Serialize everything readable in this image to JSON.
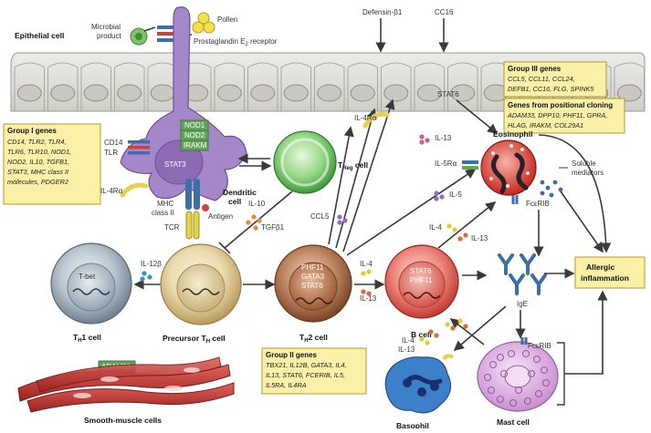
{
  "labels": {
    "epithelial_cell": "Epithelial cell",
    "microbial_product_1": "Microbial",
    "microbial_product_2": "product",
    "pollen": "Pollen",
    "prostaglandin_receptor": "Prostaglandin E",
    "prostaglandin_sub": "2",
    "prostaglandin_tail": " receptor",
    "defensin": "Defensin-β1",
    "cc16": "CC16",
    "stat6_epi": "STAT6",
    "nod1": "NOD1",
    "nod2": "NOD2",
    "irakm": "IRAKM",
    "cd14": "CD14",
    "tlr": "TLR",
    "stat3": "STAT3",
    "il4ra_dc": "IL-4Rα",
    "dendritic_1": "Dendritic",
    "dendritic_2": "cell",
    "mhc_1": "MHC",
    "mhc_2": "class II",
    "antigen": "Antigen",
    "tcr": "TCR",
    "treg_main": "T",
    "treg_sub": "Reg",
    "treg_tail": " cell",
    "il10": "IL-10",
    "tgfb1": "TGFβ1",
    "ccl5": "CCL5",
    "il4ra_epi": "IL-4Rα",
    "il13_top": "IL-13",
    "il5ra": "IL-5Rα",
    "il5": "IL-5",
    "il4_mid": "IL-4",
    "il13_mid": "IL-13",
    "eosinophil": "Eosinophil",
    "soluble_1": "Soluble",
    "soluble_2": "mediators",
    "fceri_eos": "FcεRIB",
    "il12b": "IL-12β",
    "tbet": "T-bet",
    "th1_main": "T",
    "th1_sub": "H",
    "th1_tail": "1 cell",
    "precursor_main": "Precursor T",
    "precursor_sub": "H",
    "precursor_tail": " cell",
    "phf11_th2": "PHF11",
    "gata3": "GATA3",
    "stat6_th2": "STAT6",
    "th2_main": "T",
    "th2_sub": "H",
    "th2_tail": "2 cell",
    "il4_th2": "IL-4",
    "il13_th2": "IL-13",
    "stat6_b": "STAT6",
    "phf11_b": "PHF11",
    "b_cell": "B cell",
    "ige": "IgE",
    "allergic_1": "Allergic",
    "allergic_2": "inflammation",
    "adam33": "ADAM33",
    "smooth_muscle": "Smooth-muscle cells",
    "il4_baso": "IL-4",
    "il13_baso": "IL-13",
    "basophil": "Basophil",
    "fceri_mast": "FcεRIB",
    "mast_cell": "Mast cell"
  },
  "gene_boxes": {
    "group1": {
      "title": "Group I genes",
      "lines": [
        "CD14, TLR2, TLR4,",
        "TLR6, TLR10, NOD1,",
        "NOD2, IL10, TGFB1,",
        "STAT3, MHC class II",
        "molecules, PDGER2"
      ]
    },
    "group2": {
      "title": "Group II genes",
      "lines": [
        "TBX21, IL12B, GATA3, IL4,",
        "IL13, STAT6, FCERIB, IL5,",
        "IL5RA, IL4RA"
      ]
    },
    "group3": {
      "title": "Group III genes",
      "lines": [
        "CCL5, CCL11, CCL24,",
        "DEFB1, CC16, FLG, SPINK5"
      ]
    },
    "positional": {
      "title": "Genes from positional cloning",
      "lines": [
        "ADAM33, DPP10, PHF11, GPRA,",
        "HLAG, IRAKM, COL29A1"
      ]
    }
  },
  "colors": {
    "gene_box_fill": "#fbf0a8",
    "gene_box_border": "#b59a2a",
    "dendritic": "#a487c8",
    "treg": "#6cc86a",
    "th1": "#a7b6c4",
    "precursor": "#e6d3a0",
    "th2": "#b07a55",
    "bcell": "#e35b55",
    "eosinophil": "#d8332f",
    "basophil": "#3b80c8",
    "mast": "#e2bde6",
    "smooth_muscle": "#c23a36",
    "receptor_blue": "#3d6ea8",
    "epithelium": "#dcdcd6"
  }
}
